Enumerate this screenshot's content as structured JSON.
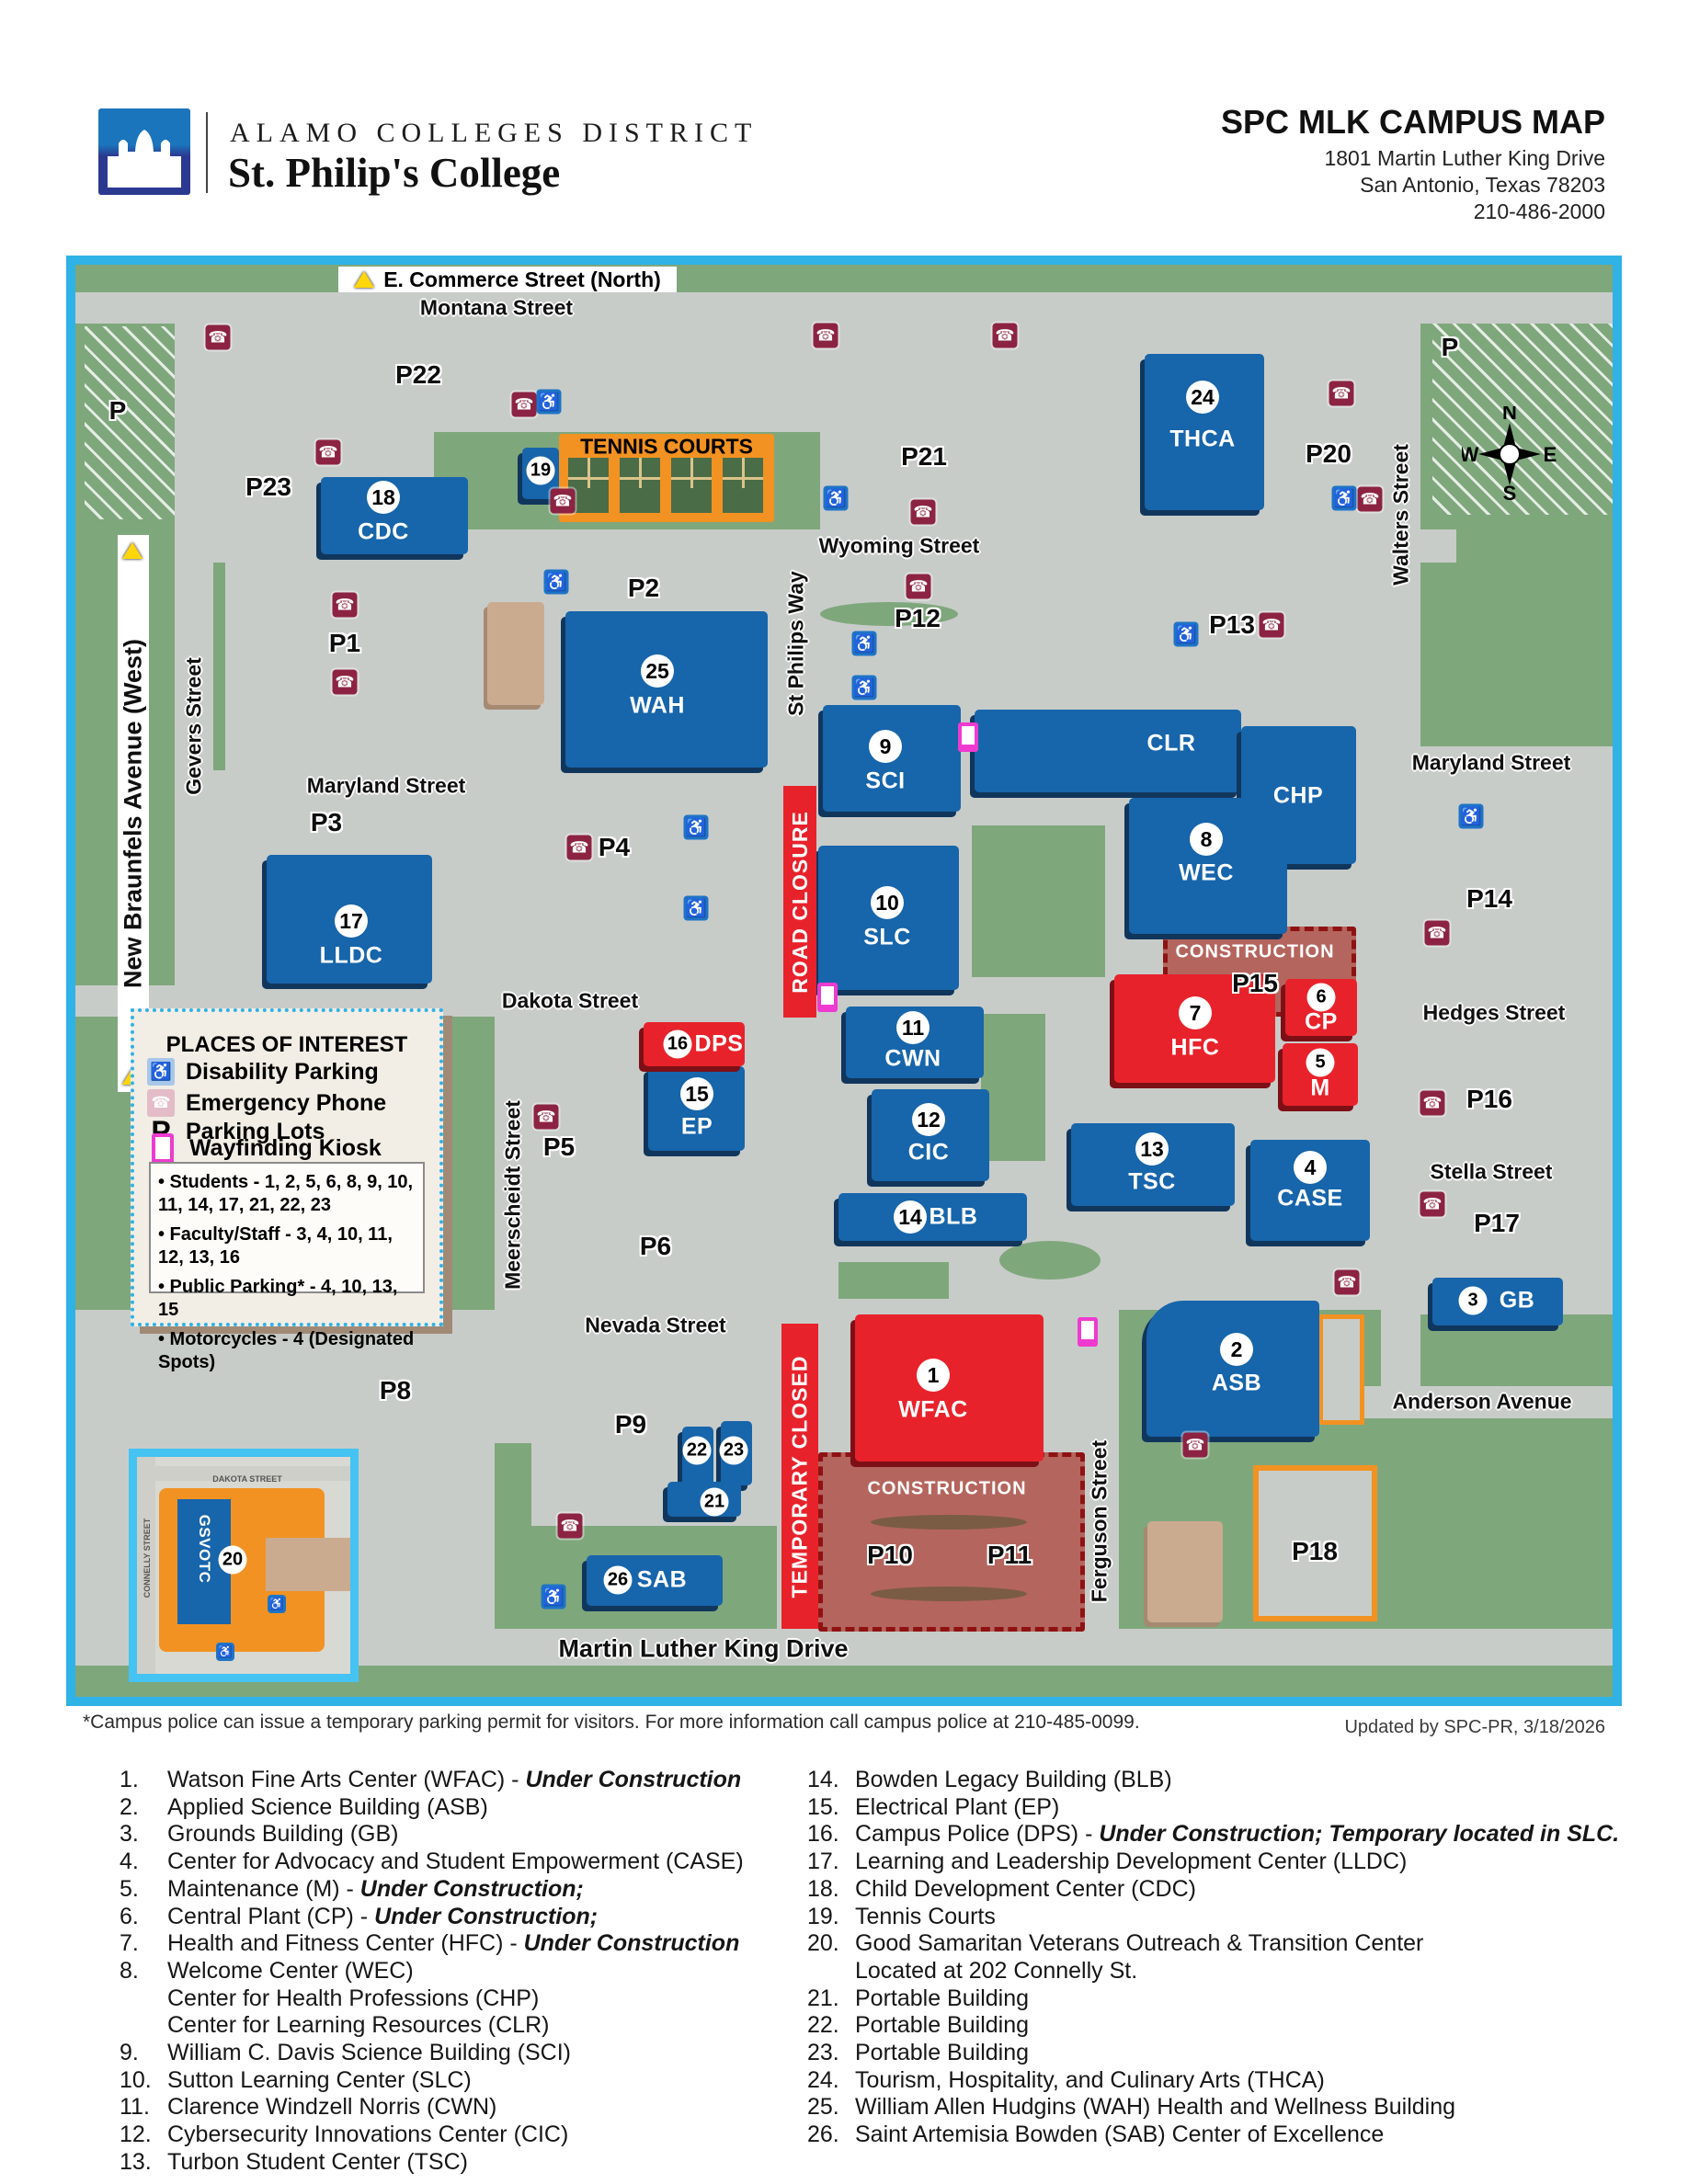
{
  "header": {
    "district": "ALAMO COLLEGES DISTRICT",
    "college": "St. Philip's College",
    "title": "SPC MLK CAMPUS MAP",
    "address1": "1801 Martin Luther King Drive",
    "address2": "San Antonio, Texas 78203",
    "phone": "210-486-2000"
  },
  "map": {
    "commerce": "E. Commerce Street (North)",
    "p": "P",
    "tennis": "TENNIS COURTS",
    "construction": "CONSTRUCTION",
    "banners": {
      "road_closure": "ROAD CLOSURE",
      "temporary_closed": "TEMPORARY CLOSED"
    },
    "streets": {
      "montana": "Montana Street",
      "wyoming": "Wyoming Street",
      "maryland_w": "Maryland Street",
      "maryland_e": "Maryland Street",
      "dakota": "Dakota Street",
      "hedges": "Hedges Street",
      "nevada": "Nevada Street",
      "stella": "Stella Street",
      "anderson": "Anderson Avenue",
      "mlk": "Martin Luther King Drive",
      "gevers": "Gevers Street",
      "new_braunfels": "New Braunfels Avenue (West)",
      "meerscheidt": "Meerscheidt Street",
      "st_philips": "St Philips Way",
      "walters": "Walters Street",
      "ferguson": "Ferguson Street"
    },
    "parking": {
      "p1": "P1",
      "p2": "P2",
      "p3": "P3",
      "p4": "P4",
      "p5": "P5",
      "p6": "P6",
      "p8": "P8",
      "p9": "P9",
      "p10": "P10",
      "p11": "P11",
      "p12": "P12",
      "p13": "P13",
      "p14": "P14",
      "p15": "P15",
      "p16": "P16",
      "p17": "P17",
      "p18": "P18",
      "p20": "P20",
      "p21": "P21",
      "p22": "P22",
      "p23": "P23"
    },
    "buildings": {
      "wfac": {
        "num": "1",
        "code": "WFAC"
      },
      "asb": {
        "num": "2",
        "code": "ASB"
      },
      "gb": {
        "num": "3",
        "code": "GB"
      },
      "case": {
        "num": "4",
        "code": "CASE"
      },
      "m": {
        "num": "5",
        "code": "M"
      },
      "cp": {
        "num": "6",
        "code": "CP"
      },
      "hfc": {
        "num": "7",
        "code": "HFC"
      },
      "wec": {
        "num": "8",
        "code": "WEC"
      },
      "chp": {
        "code": "CHP"
      },
      "clr": {
        "code": "CLR"
      },
      "sci": {
        "num": "9",
        "code": "SCI"
      },
      "slc": {
        "num": "10",
        "code": "SLC"
      },
      "cwn": {
        "num": "11",
        "code": "CWN"
      },
      "cic": {
        "num": "12",
        "code": "CIC"
      },
      "tsc": {
        "num": "13",
        "code": "TSC"
      },
      "blb": {
        "num": "14",
        "code": "BLB"
      },
      "ep": {
        "num": "15",
        "code": "EP"
      },
      "dps": {
        "num": "16",
        "code": "DPS"
      },
      "lldc": {
        "num": "17",
        "code": "LLDC"
      },
      "cdc": {
        "num": "18",
        "code": "CDC"
      },
      "tennis": {
        "num": "19"
      },
      "gsvotc": {
        "num": "20",
        "code": "GSVOTC"
      },
      "pb21": {
        "num": "21"
      },
      "pb22": {
        "num": "22"
      },
      "pb23": {
        "num": "23"
      },
      "thca": {
        "num": "24",
        "code": "THCA"
      },
      "wah": {
        "num": "25",
        "code": "WAH"
      },
      "sab": {
        "num": "26",
        "code": "SAB"
      }
    },
    "compass": {
      "n": "N",
      "e": "E",
      "s": "S",
      "w": "W"
    },
    "inset": {
      "dakota": "DAKOTA STREET",
      "connelly": "CONNELLY STREET"
    }
  },
  "legend": {
    "title": "PLACES OF INTEREST",
    "disability": "Disability Parking",
    "phone": "Emergency Phone",
    "parking": "Parking Lots",
    "kiosk": "Wayfinding Kiosk",
    "notes": [
      "• Students - 1, 2, 5, 6, 8, 9, 10, 11, 14, 17, 21, 22, 23",
      "• Faculty/Staff - 3, 4, 10, 11, 12, 13, 16",
      "• Public Parking* - 4, 10, 13, 15",
      "• Motorcycles - 4 (Designated Spots)"
    ]
  },
  "footnote": {
    "left": "*Campus police can issue a temporary parking permit for visitors. For more information call campus police at 210-485-0099.",
    "right": "Updated by SPC-PR, 3/18/2026"
  },
  "directory": {
    "left": [
      {
        "n": "1.",
        "t": "Watson Fine Arts Center (WFAC) - ",
        "s": "Under Construction"
      },
      {
        "n": "2.",
        "t": "Applied Science Building (ASB)"
      },
      {
        "n": "3.",
        "t": "Grounds Building (GB)"
      },
      {
        "n": "4.",
        "t": "Center for Advocacy and Student Empowerment (CASE)"
      },
      {
        "n": "5.",
        "t": "Maintenance (M) - ",
        "s": "Under Construction;"
      },
      {
        "n": "6.",
        "t": "Central Plant (CP) - ",
        "s": "Under Construction;"
      },
      {
        "n": "7.",
        "t": "Health and Fitness Center (HFC) - ",
        "s": "Under Construction"
      },
      {
        "n": "8.",
        "t": "Welcome Center (WEC)"
      },
      {
        "n": "",
        "t": "Center for Health Professions (CHP)"
      },
      {
        "n": "",
        "t": "Center for Learning Resources (CLR)"
      },
      {
        "n": "9.",
        "t": "William C. Davis Science Building (SCI)"
      },
      {
        "n": "10.",
        "t": "Sutton Learning Center (SLC)"
      },
      {
        "n": "11.",
        "t": "Clarence Windzell Norris (CWN)"
      },
      {
        "n": "12.",
        "t": "Cybersecurity Innovations Center (CIC)"
      },
      {
        "n": "13.",
        "t": "Turbon Student Center (TSC)"
      }
    ],
    "right": [
      {
        "n": "14.",
        "t": "Bowden Legacy Building (BLB)"
      },
      {
        "n": "15.",
        "t": "Electrical Plant (EP)"
      },
      {
        "n": "16.",
        "t": "Campus Police (DPS) - ",
        "s": "Under Construction; Temporary located in SLC."
      },
      {
        "n": "17.",
        "t": "Learning and Leadership Development Center (LLDC)"
      },
      {
        "n": "18.",
        "t": "Child Development Center (CDC)"
      },
      {
        "n": "19.",
        "t": "Tennis Courts"
      },
      {
        "n": "20.",
        "t": "Good Samaritan Veterans Outreach & Transition Center"
      },
      {
        "n": "",
        "t": "Located at 202 Connelly St."
      },
      {
        "n": "21.",
        "t": "Portable Building"
      },
      {
        "n": "22.",
        "t": "Portable Building"
      },
      {
        "n": "23.",
        "t": "Portable Building"
      },
      {
        "n": "24.",
        "t": "Tourism, Hospitality, and Culinary Arts (THCA)"
      },
      {
        "n": "25.",
        "t": "William Allen Hudgins (WAH) Health and Wellness Building"
      },
      {
        "n": "26.",
        "t": "Saint Artemisia Bowden (SAB) Center of Excellence"
      }
    ]
  }
}
